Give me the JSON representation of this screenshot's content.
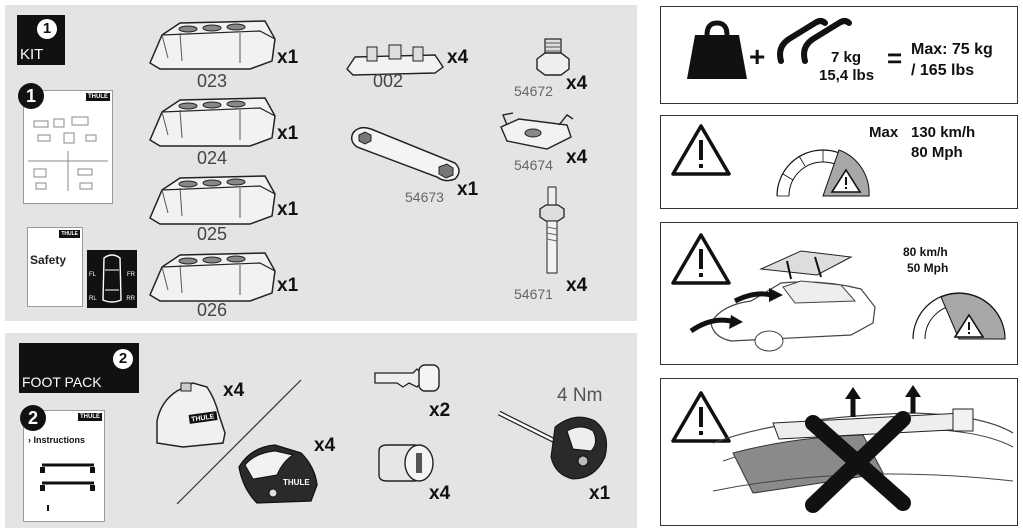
{
  "kit": {
    "title": "KIT",
    "step": "1",
    "manual_step": "1",
    "safety_label": "Safety",
    "brand": "THULE",
    "seat_labels": [
      "FL",
      "FR",
      "RL",
      "RR"
    ],
    "items": [
      {
        "code": "023",
        "qty": "x1"
      },
      {
        "code": "024",
        "qty": "x1"
      },
      {
        "code": "025",
        "qty": "x1"
      },
      {
        "code": "026",
        "qty": "x1"
      },
      {
        "code": "002",
        "qty": "x4"
      },
      {
        "code": "54673",
        "qty": "x1"
      },
      {
        "code": "54672",
        "qty": "x4"
      },
      {
        "code": "54674",
        "qty": "x4"
      },
      {
        "code": "54671",
        "qty": "x4"
      }
    ]
  },
  "foot_pack": {
    "title": "FOOT PACK",
    "step": "2",
    "manual_step": "2",
    "instructions_label": "› Instructions",
    "brand": "THULE",
    "items": [
      {
        "name": "foot-upright",
        "qty": "x4"
      },
      {
        "name": "foot-cover",
        "qty": "x4"
      },
      {
        "name": "key",
        "qty": "x2"
      },
      {
        "name": "lock-cylinder",
        "qty": "x4"
      },
      {
        "name": "torque-tool",
        "qty": "x1",
        "torque": "4 Nm"
      }
    ]
  },
  "warnings": {
    "load": {
      "bars_weight_kg": "7 kg",
      "bars_weight_lbs": "15,4 lbs",
      "max_label": "Max: 75 kg",
      "max_label_lbs": "/ 165 lbs",
      "plus": "+",
      "equals": "="
    },
    "speed": {
      "max_label": "Max",
      "kmh": "130 km/h",
      "mph": "80 Mph"
    },
    "wind": {
      "kmh": "80 km/h",
      "mph": "50 Mph"
    },
    "colors": {
      "panel": "#e4e4e4",
      "ink": "#111111",
      "gauge_gray": "#a8a8a8"
    }
  }
}
